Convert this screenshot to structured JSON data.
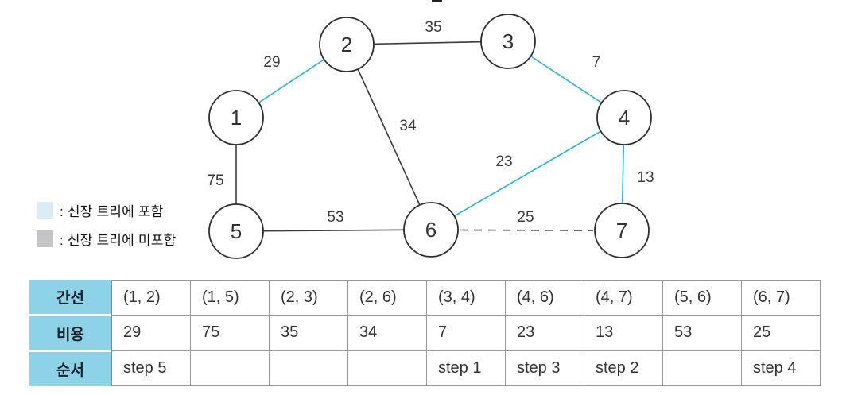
{
  "legend": {
    "included": {
      "label": ": 신장 트리에 포함",
      "color": "#d8ebf7"
    },
    "excluded": {
      "label": ": 신장 트리에 미포함",
      "color": "#c5c4c7"
    }
  },
  "graph": {
    "nodes": [
      {
        "label": "1"
      },
      {
        "label": "2"
      },
      {
        "label": "3"
      },
      {
        "label": "4"
      },
      {
        "label": "5"
      },
      {
        "label": "6"
      },
      {
        "label": "7"
      }
    ],
    "edges": [
      {
        "from": "1",
        "to": "2",
        "weight": "29",
        "included": true,
        "dashed": false
      },
      {
        "from": "1",
        "to": "5",
        "weight": "75",
        "included": false,
        "dashed": false
      },
      {
        "from": "2",
        "to": "3",
        "weight": "35",
        "included": false,
        "dashed": false
      },
      {
        "from": "2",
        "to": "6",
        "weight": "34",
        "included": false,
        "dashed": false
      },
      {
        "from": "3",
        "to": "4",
        "weight": "7",
        "included": true,
        "dashed": false
      },
      {
        "from": "4",
        "to": "6",
        "weight": "23",
        "included": true,
        "dashed": false
      },
      {
        "from": "4",
        "to": "7",
        "weight": "13",
        "included": true,
        "dashed": false
      },
      {
        "from": "5",
        "to": "6",
        "weight": "53",
        "included": false,
        "dashed": false
      },
      {
        "from": "6",
        "to": "7",
        "weight": "25",
        "included": false,
        "dashed": true
      }
    ],
    "edge_color_included": "#27b0d5",
    "edge_color_excluded": "#3c3c3c"
  },
  "table": {
    "row_headers": [
      "간선",
      "비용",
      "순서"
    ],
    "header_bg": "#8dd2e7",
    "highlight_text_color": "#2ba9c9",
    "columns": [
      {
        "edge": "(1, 2)",
        "cost": "29",
        "step": "step 5",
        "highlight": true
      },
      {
        "edge": "(1, 5)",
        "cost": "75",
        "step": "",
        "highlight": false
      },
      {
        "edge": "(2, 3)",
        "cost": "35",
        "step": "",
        "highlight": false
      },
      {
        "edge": "(2, 6)",
        "cost": "34",
        "step": "",
        "highlight": false
      },
      {
        "edge": "(3, 4)",
        "cost": "7",
        "step": "step 1",
        "highlight": true
      },
      {
        "edge": "(4, 6)",
        "cost": "23",
        "step": "step 3",
        "highlight": true
      },
      {
        "edge": "(4, 7)",
        "cost": "13",
        "step": "step 2",
        "highlight": true
      },
      {
        "edge": "(5, 6)",
        "cost": "53",
        "step": "",
        "highlight": false
      },
      {
        "edge": "(6, 7)",
        "cost": "25",
        "step": "step 4",
        "highlight": false
      }
    ]
  }
}
